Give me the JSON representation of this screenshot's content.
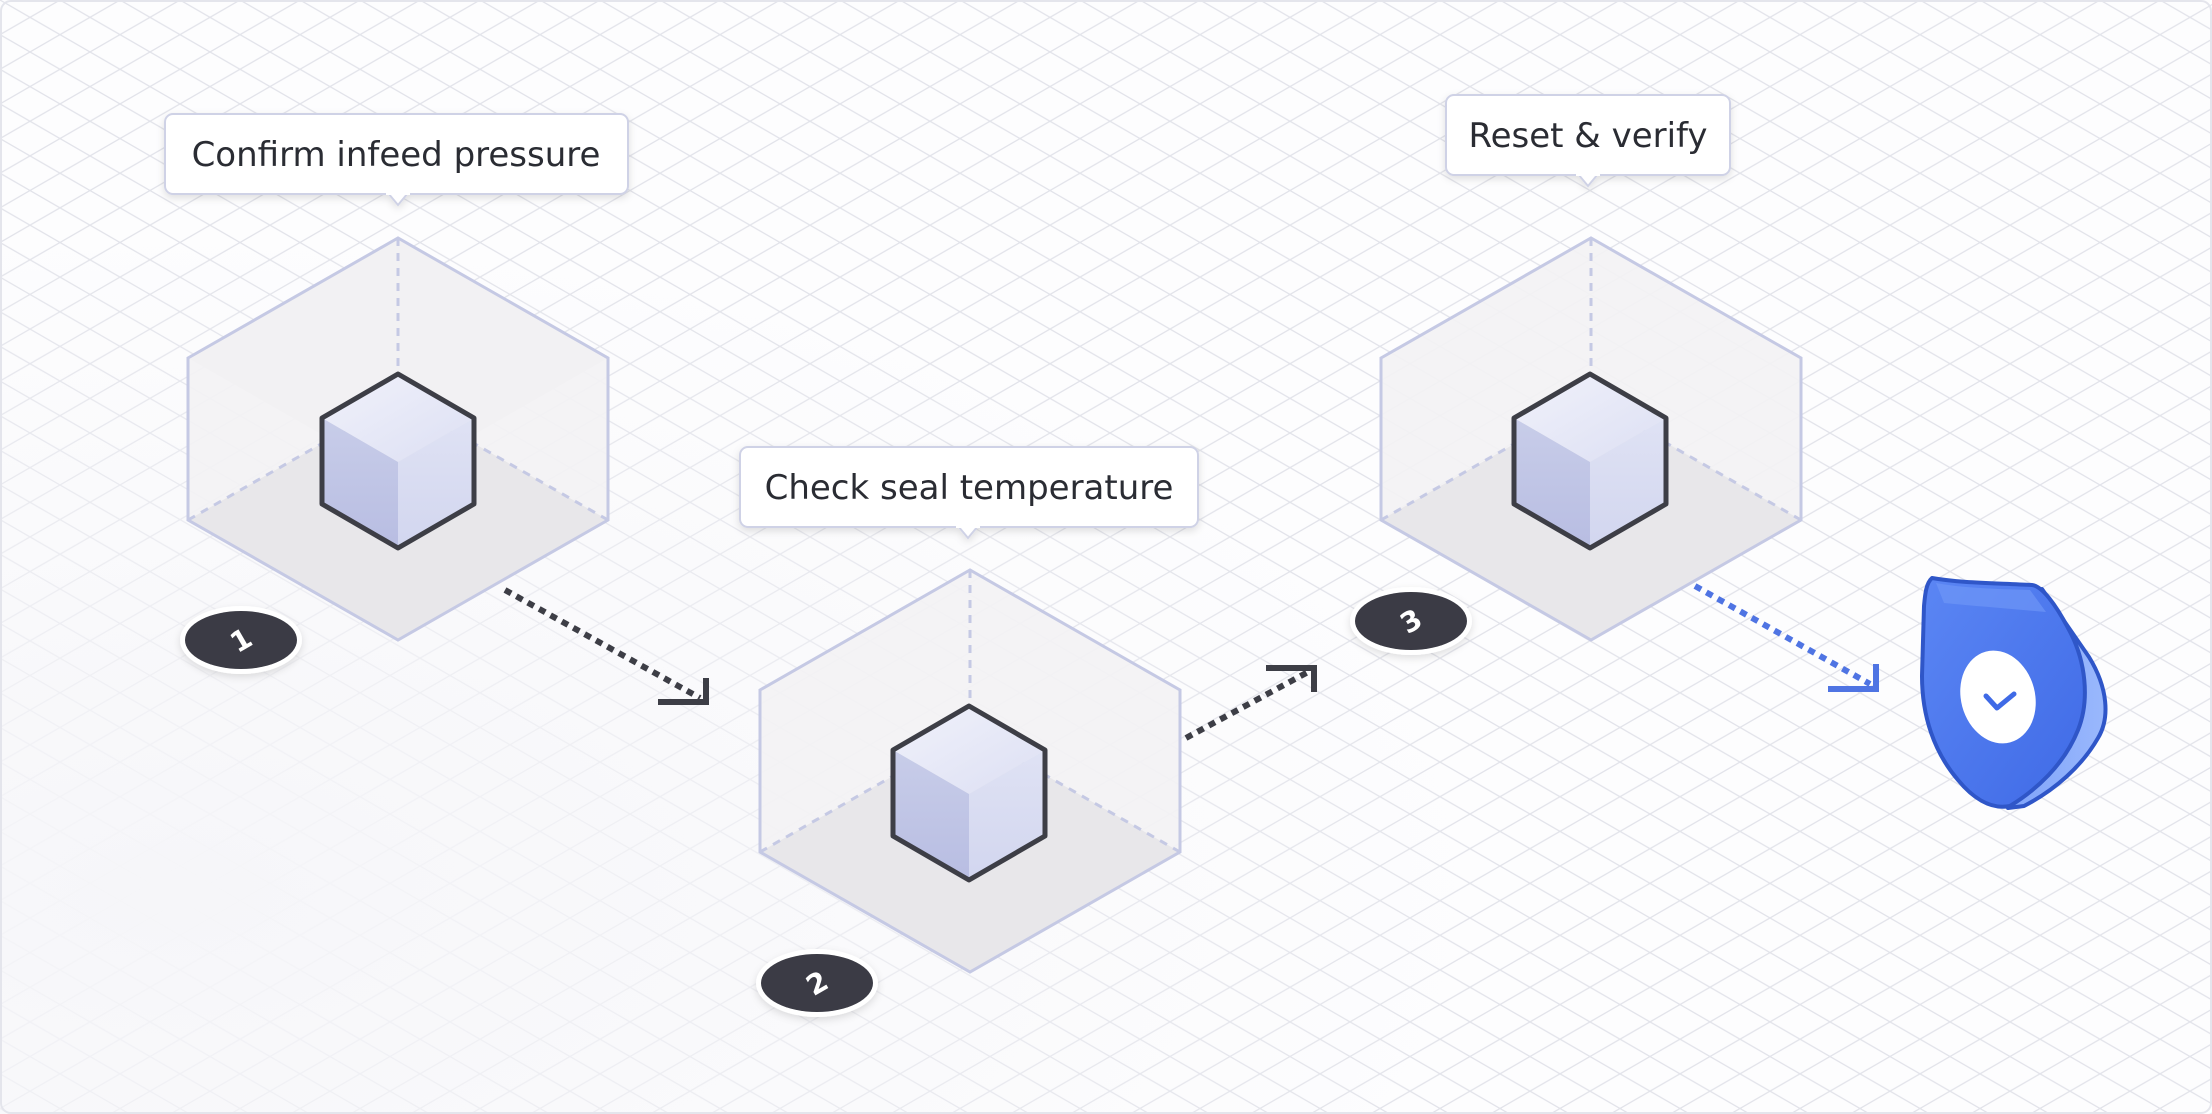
{
  "diagram": {
    "steps": [
      {
        "number": "1",
        "label": "Confirm infeed pressure"
      },
      {
        "number": "2",
        "label": "Check seal temperature"
      },
      {
        "number": "3",
        "label": "Reset & verify"
      }
    ],
    "end": {
      "icon": "shield-check-icon"
    },
    "colors": {
      "frame": "#c5c9e4",
      "cube_outline": "#3d3e46",
      "badge": "#3a3b44",
      "arrow_dark": "#3d3e46",
      "arrow_accent": "#4f74e3",
      "shield": "#4d7cf0",
      "grid": "#e2e3ea"
    }
  }
}
